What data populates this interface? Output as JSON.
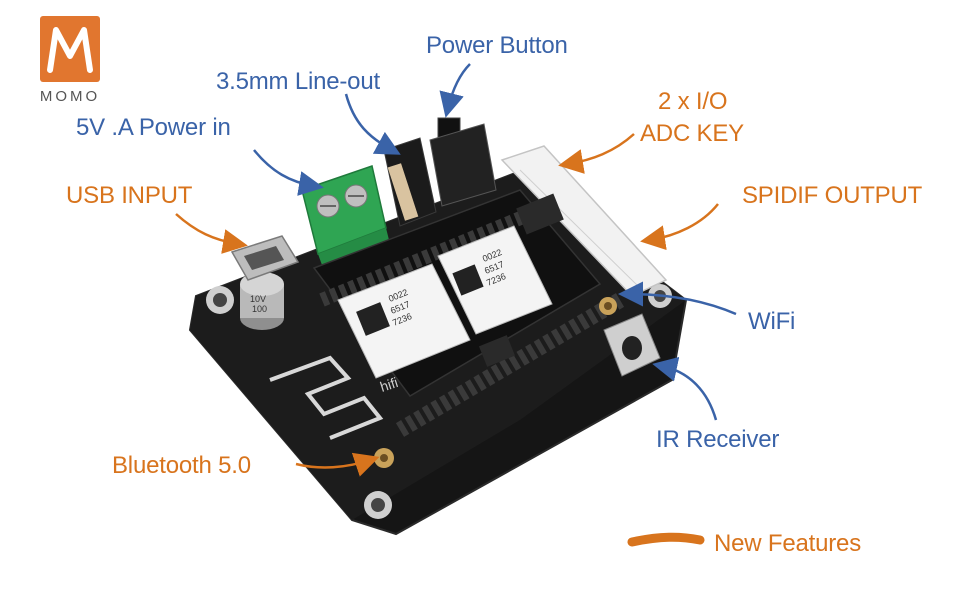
{
  "logo": {
    "text": "MOMO",
    "color": "#e1762f"
  },
  "colors": {
    "blue_label": "#3a63a8",
    "orange_label": "#d8741d",
    "board": "#141414",
    "module": "#f4f4f4",
    "terminal": "#2fa553"
  },
  "labels": {
    "power_button": "Power Button",
    "line_out": "3.5mm Line-out",
    "io": "2 x I/O",
    "adc_key": "ADC KEY",
    "power_in": "5V  .A Power in",
    "usb_input": "USB INPUT",
    "spdif_output": "SPIDIF OUTPUT",
    "wifi": "WiFi",
    "ir_receiver": "IR Receiver",
    "bluetooth": "Bluetooth 5.0",
    "new_features": "New Features"
  },
  "board": {
    "module_codes": [
      "0022",
      "6517",
      "7236"
    ],
    "module_codes_right": [
      "0022",
      "6517",
      "7236"
    ],
    "silk_brand": "hifi",
    "cap_marking": [
      "10V",
      "100"
    ]
  }
}
